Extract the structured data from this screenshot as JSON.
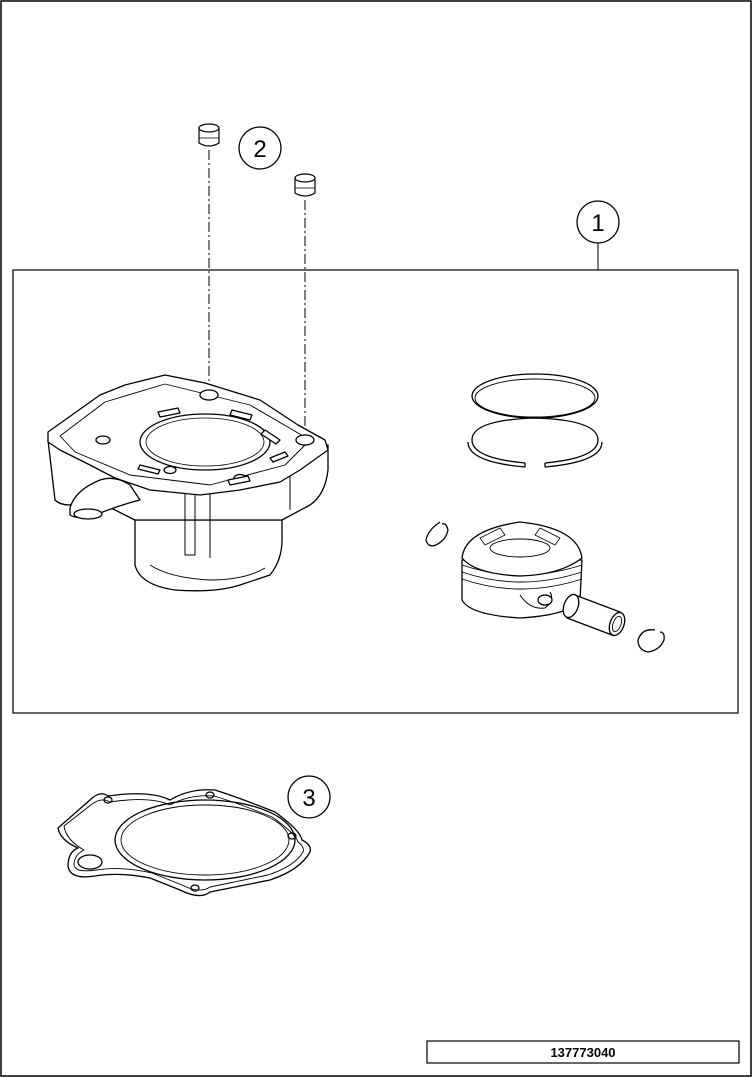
{
  "diagram": {
    "callouts": [
      {
        "id": "1",
        "label": "1"
      },
      {
        "id": "2",
        "label": "2"
      },
      {
        "id": "3",
        "label": "3"
      }
    ],
    "document_number": "137773040"
  }
}
